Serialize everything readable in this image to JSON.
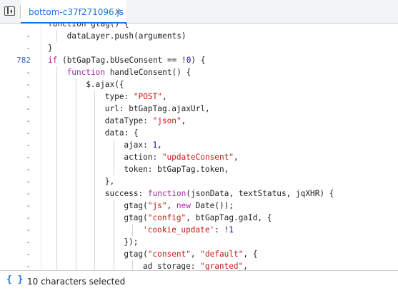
{
  "tab": {
    "filename": "bottom-c37f271096.js",
    "close_glyph": "×"
  },
  "code_lines": [
    {
      "num": "",
      "indent": 1,
      "parts": [
        {
          "t": "p",
          "v": "function gtag() {"
        }
      ]
    },
    {
      "num": "-",
      "indent": 2,
      "parts": [
        {
          "t": "p",
          "v": "dataLayer.push(arguments)"
        }
      ]
    },
    {
      "num": "-",
      "indent": 1,
      "parts": [
        {
          "t": "p",
          "v": "}"
        }
      ]
    },
    {
      "num": "782",
      "indent": 1,
      "parts": [
        {
          "t": "kw",
          "v": "if"
        },
        {
          "t": "p",
          "v": " (btGapTag.bUseConsent == !"
        },
        {
          "t": "num",
          "v": "0"
        },
        {
          "t": "p",
          "v": ") {"
        }
      ]
    },
    {
      "num": "-",
      "indent": 2,
      "parts": [
        {
          "t": "kw",
          "v": "function"
        },
        {
          "t": "p",
          "v": " handleConsent() {"
        }
      ]
    },
    {
      "num": "-",
      "indent": 3,
      "parts": [
        {
          "t": "p",
          "v": "$.ajax({"
        }
      ]
    },
    {
      "num": "-",
      "indent": 4,
      "parts": [
        {
          "t": "p",
          "v": "type: "
        },
        {
          "t": "str",
          "v": "\"POST\""
        },
        {
          "t": "p",
          "v": ","
        }
      ]
    },
    {
      "num": "-",
      "indent": 4,
      "parts": [
        {
          "t": "p",
          "v": "url: btGapTag.ajaxUrl,"
        }
      ]
    },
    {
      "num": "-",
      "indent": 4,
      "parts": [
        {
          "t": "p",
          "v": "dataType: "
        },
        {
          "t": "str",
          "v": "\"json\""
        },
        {
          "t": "p",
          "v": ","
        }
      ]
    },
    {
      "num": "-",
      "indent": 4,
      "parts": [
        {
          "t": "p",
          "v": "data: {"
        }
      ]
    },
    {
      "num": "-",
      "indent": 5,
      "parts": [
        {
          "t": "p",
          "v": "ajax: "
        },
        {
          "t": "num",
          "v": "1"
        },
        {
          "t": "p",
          "v": ","
        }
      ]
    },
    {
      "num": "-",
      "indent": 5,
      "parts": [
        {
          "t": "p",
          "v": "action: "
        },
        {
          "t": "str",
          "v": "\"updateConsent\""
        },
        {
          "t": "p",
          "v": ","
        }
      ]
    },
    {
      "num": "-",
      "indent": 5,
      "parts": [
        {
          "t": "p",
          "v": "token: btGapTag.token,"
        }
      ]
    },
    {
      "num": "-",
      "indent": 4,
      "parts": [
        {
          "t": "p",
          "v": "},"
        }
      ]
    },
    {
      "num": "-",
      "indent": 4,
      "parts": [
        {
          "t": "p",
          "v": "success: "
        },
        {
          "t": "kw",
          "v": "function"
        },
        {
          "t": "p",
          "v": "(jsonData, textStatus, jqXHR) {"
        }
      ]
    },
    {
      "num": "-",
      "indent": 5,
      "parts": [
        {
          "t": "p",
          "v": "gtag("
        },
        {
          "t": "str",
          "v": "\"js\""
        },
        {
          "t": "p",
          "v": ", "
        },
        {
          "t": "kw",
          "v": "new"
        },
        {
          "t": "p",
          "v": " Date());"
        }
      ]
    },
    {
      "num": "-",
      "indent": 5,
      "parts": [
        {
          "t": "p",
          "v": "gtag("
        },
        {
          "t": "str",
          "v": "\"config\""
        },
        {
          "t": "p",
          "v": ", btGapTag.gaId, {"
        }
      ]
    },
    {
      "num": "-",
      "indent": 6,
      "parts": [
        {
          "t": "str",
          "v": "'cookie_update'"
        },
        {
          "t": "p",
          "v": ": !"
        },
        {
          "t": "num",
          "v": "1"
        }
      ]
    },
    {
      "num": "-",
      "indent": 5,
      "parts": [
        {
          "t": "p",
          "v": "});"
        }
      ]
    },
    {
      "num": "-",
      "indent": 5,
      "parts": [
        {
          "t": "p",
          "v": "gtag("
        },
        {
          "t": "str",
          "v": "\"consent\""
        },
        {
          "t": "p",
          "v": ", "
        },
        {
          "t": "str",
          "v": "\"default\""
        },
        {
          "t": "p",
          "v": ", {"
        }
      ]
    },
    {
      "num": "-",
      "indent": 6,
      "parts": [
        {
          "t": "p",
          "v": "ad_storage: "
        },
        {
          "t": "str",
          "v": "\"granted\""
        },
        {
          "t": "p",
          "v": ","
        }
      ]
    }
  ],
  "status": {
    "icon_glyph": "{ }",
    "text": "10 characters selected"
  },
  "colors": {
    "accent": "#1a73e8",
    "keyword": "#a626a4",
    "string": "#c41a16",
    "number": "#1c00cf",
    "line_number": "#3e67b6"
  }
}
